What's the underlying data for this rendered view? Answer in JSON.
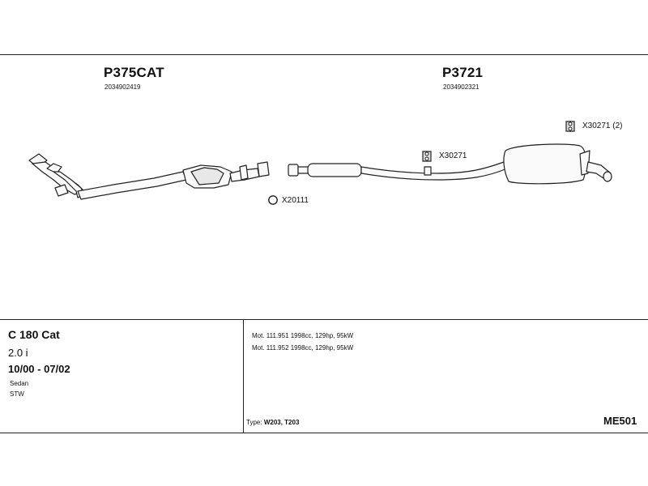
{
  "parts": [
    {
      "part_number": "P375CAT",
      "oe_number": "2034902419"
    },
    {
      "part_number": "P3721",
      "oe_number": "2034902321"
    }
  ],
  "accessories": [
    {
      "label": "X20111",
      "icon": "ring-icon"
    },
    {
      "label": "X30271",
      "icon": "rubber-hanger-icon"
    },
    {
      "label": "X30271 (2)",
      "icon": "rubber-hanger-icon"
    }
  ],
  "vehicle": {
    "model": "C 180 Cat",
    "engine": "2.0 i",
    "years": "10/00 - 07/02",
    "body_types": [
      "Sedan",
      "STW"
    ]
  },
  "motors": [
    "Mot. 111.951 1998cc, 129hp, 95kW",
    "Mot. 111.952 1998cc, 129hp, 95kW"
  ],
  "type_label": "Type:",
  "type_value": "W203, T203",
  "diagram_code": "ME501"
}
